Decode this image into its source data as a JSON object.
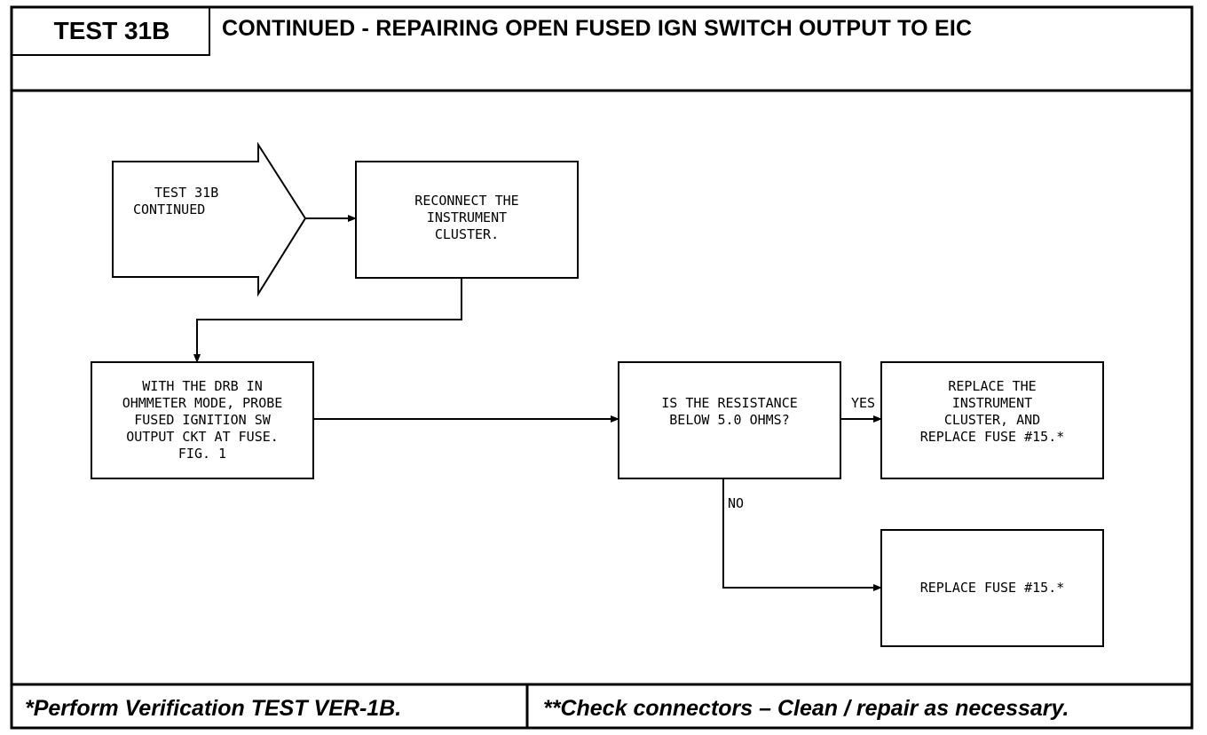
{
  "header": {
    "test_label": "TEST 31B",
    "title": "CONTINUED -  REPAIRING OPEN FUSED IGN SWITCH OUTPUT TO EIC"
  },
  "flow": {
    "start": [
      "TEST 31B",
      "CONTINUED"
    ],
    "step1": [
      "RECONNECT THE",
      "INSTRUMENT",
      "CLUSTER."
    ],
    "step2": [
      "WITH THE DRB IN",
      "OHMMETER MODE, PROBE",
      "FUSED IGNITION SW",
      "OUTPUT CKT AT FUSE.",
      "FIG. 1"
    ],
    "decision": [
      "IS THE RESISTANCE",
      "BELOW 5.0 OHMS?"
    ],
    "yes_label": "YES",
    "no_label": "NO",
    "yes_action": [
      "REPLACE THE",
      "INSTRUMENT",
      "CLUSTER, AND",
      "REPLACE FUSE #15.*"
    ],
    "no_action": [
      "REPLACE FUSE #15.*"
    ]
  },
  "footer": {
    "left": "*Perform Verification TEST VER-1B.",
    "right": "**Check connectors – Clean / repair as necessary."
  }
}
